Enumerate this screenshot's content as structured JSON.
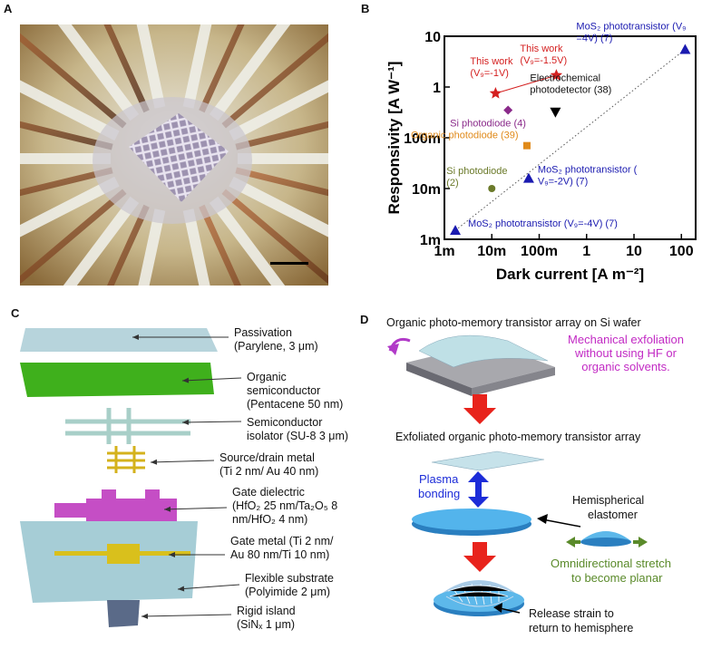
{
  "panels": {
    "a": "A",
    "b": "B",
    "c": "C",
    "d": "D"
  },
  "chart_data": {
    "type": "scatter",
    "xlabel": "Dark current [A m⁻²]",
    "ylabel": "Responsivity [A W⁻¹]",
    "xscale": "log",
    "yscale": "log",
    "xlim": [
      0.001,
      200
    ],
    "ylim": [
      0.001,
      10
    ],
    "x_ticks": [
      {
        "v": 0.001,
        "label": "1m"
      },
      {
        "v": 0.01,
        "label": "10m"
      },
      {
        "v": 0.1,
        "label": "100m"
      },
      {
        "v": 1,
        "label": "1"
      },
      {
        "v": 10,
        "label": "10"
      },
      {
        "v": 100,
        "label": "100"
      }
    ],
    "y_ticks": [
      {
        "v": 0.001,
        "label": "1m"
      },
      {
        "v": 0.01,
        "label": "10m"
      },
      {
        "v": 0.1,
        "label": "100m"
      },
      {
        "v": 1,
        "label": "1"
      },
      {
        "v": 10,
        "label": "10"
      }
    ],
    "points": [
      {
        "x": 0.0017,
        "y": 0.0015,
        "marker": "triangle",
        "color": "#1a1ab0",
        "label": "MoS₂ phototransistor (V₉=-4V) (7)"
      },
      {
        "x": 0.06,
        "y": 0.016,
        "marker": "triangle",
        "color": "#1a1ab0",
        "label": "MoS₂ phototransistor (V₉=-2V) (7)"
      },
      {
        "x": 120,
        "y": 5.5,
        "marker": "triangle",
        "color": "#1a1ab0",
        "label": "MoS₂ phototransistor (V₉=4V) (7)"
      },
      {
        "x": 0.012,
        "y": 0.75,
        "marker": "star",
        "color": "#d42020",
        "label": "This work (V₉=-1V)"
      },
      {
        "x": 0.23,
        "y": 1.7,
        "marker": "star",
        "color": "#d42020",
        "label": "This work (V₉=-1.5V)"
      },
      {
        "x": 0.022,
        "y": 0.35,
        "marker": "diamond",
        "color": "#8a2a8a",
        "label": "Si photodiode (4)"
      },
      {
        "x": 0.22,
        "y": 0.32,
        "marker": "triangle-down",
        "color": "#000000",
        "label": "Electrochemical photodetector (38)"
      },
      {
        "x": 0.055,
        "y": 0.07,
        "marker": "square",
        "color": "#e08a1a",
        "label": "Organic photodiode (39)"
      },
      {
        "x": 0.01,
        "y": 0.01,
        "marker": "circle",
        "color": "#6b7a2a",
        "label": "Si photodiode (2)"
      }
    ]
  },
  "layers": [
    {
      "name": "Passivation",
      "detail": "(Parylene, 3 μm)"
    },
    {
      "name": "Organic semiconductor",
      "detail": "(Pentacene 50 nm)"
    },
    {
      "name": "Semiconductor",
      "detail": "isolator (SU-8 3 μm)"
    },
    {
      "name": "Source/drain metal",
      "detail": "(Ti 2 nm/ Au 40 nm)"
    },
    {
      "name": "Gate dielectric",
      "detail": "(HfO₂ 25 nm/Ta₂O₅ 8",
      "detail2": "nm/HfO₂ 4 nm)"
    },
    {
      "name": "Gate metal (Ti 2 nm/",
      "detail": "Au 80 nm/Ti 10 nm)"
    },
    {
      "name": "Flexible substrate",
      "detail": "(Polyimide 2 μm)"
    },
    {
      "name": "Rigid island",
      "detail": "(SiNₓ 1 μm)"
    }
  ],
  "flow": {
    "title1": "Organic photo-memory transistor array on Si wafer",
    "note1": "Mechanical exfoliation without using HF or organic solvents.",
    "note1_lines": [
      "Mechanical exfoliation",
      "without using HF or",
      "organic solvents."
    ],
    "title2": "Exfoliated organic photo-memory transistor array",
    "bond1": "Plasma",
    "bond2": "bonding",
    "elast1": "Hemispherical",
    "elast2": "elastomer",
    "stretch1": "Omnidirectional stretch",
    "stretch2": "to become planar",
    "release1": "Release strain to",
    "release2": "return to hemisphere"
  }
}
